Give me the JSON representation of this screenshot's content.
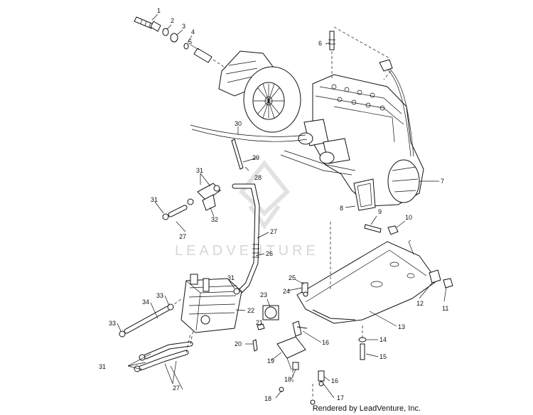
{
  "watermark": "LEADVENTURE",
  "credit": "Rendered by LeadVenture, Inc.",
  "callouts": [
    "1",
    "2",
    "3",
    "4",
    "5",
    "6",
    "7",
    "8",
    "9",
    "10",
    "11",
    "12",
    "13",
    "14",
    "15",
    "16",
    "16",
    "17",
    "18",
    "18",
    "19",
    "20",
    "21",
    "22",
    "23",
    "24",
    "25",
    "26",
    "27",
    "27",
    "27",
    "28",
    "29",
    "30",
    "31",
    "31",
    "31",
    "31",
    "32",
    "33",
    "33",
    "34"
  ]
}
